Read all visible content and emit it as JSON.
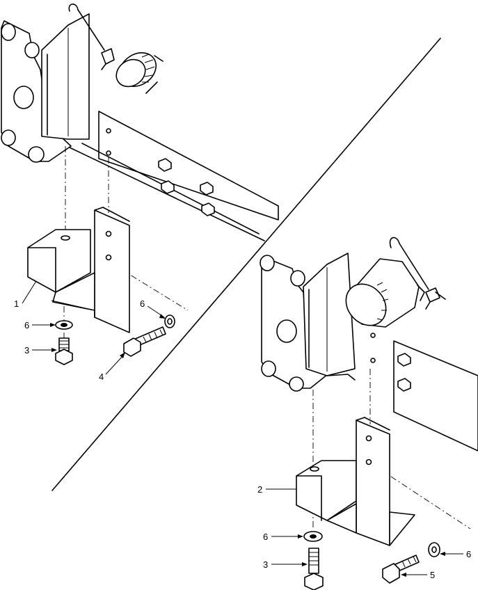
{
  "callouts": {
    "left_bracket": "1",
    "left_lockwasher_bottom": "6",
    "left_bolt_short": "3",
    "left_bolt_long": "4",
    "left_lockwasher_top": "6",
    "right_bracket": "2",
    "right_lockwasher_left": "6",
    "right_bolt_short": "3",
    "right_bolt_long": "5",
    "right_lockwasher_right": "6"
  }
}
